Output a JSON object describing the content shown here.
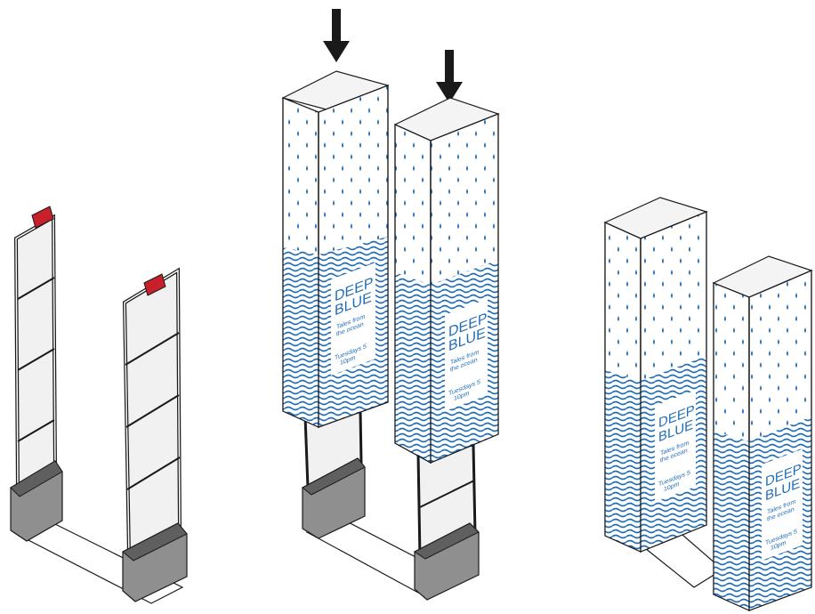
{
  "sleeve": {
    "title_line1": "DEEP",
    "title_line2": "BLUE",
    "subtitle_line1": "Tales from",
    "subtitle_line2": "the ocean",
    "schedule_line1": "Tuesdays 5",
    "schedule_line2": "10pm"
  },
  "colors": {
    "pattern_blue": "#1f6cb8",
    "outline": "#1a1a1a",
    "base_grey": "#8f8f8f",
    "tag_red": "#c8202a",
    "glass": "#f1f1f1",
    "top_face": "#f4f4f4"
  },
  "icons": [
    "down-arrow-icon",
    "down-arrow-icon"
  ]
}
